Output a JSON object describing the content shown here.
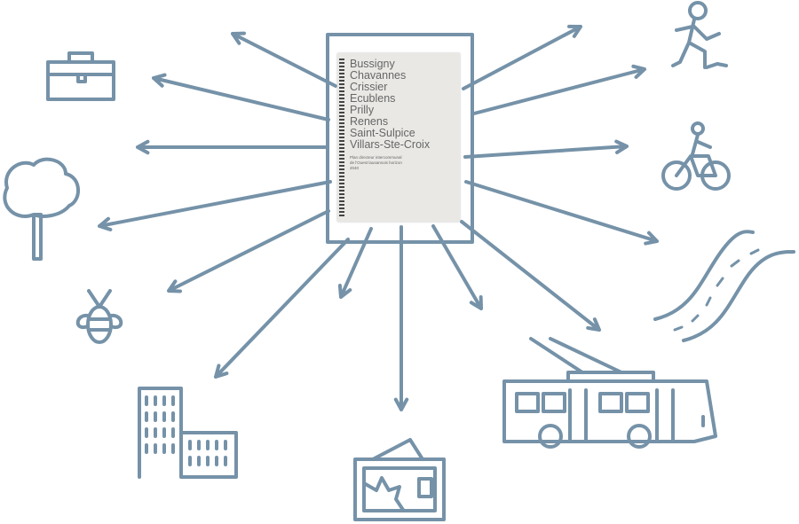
{
  "document": {
    "towns": [
      "Bussigny",
      "Chavannes",
      "Crissier",
      "Ecublens",
      "Prilly",
      "Renens",
      "Saint-Sulpice",
      "Villars-Ste-Croix"
    ],
    "subtitle": "Plan directeur intercommunal de l'Ouest lausannois horizon 2040"
  },
  "icons": [
    "briefcase-icon",
    "tree-icon",
    "bee-icon",
    "building-icon",
    "painting-icon",
    "trolleybus-icon",
    "road-icon",
    "bicycle-icon",
    "runner-icon"
  ],
  "colors": {
    "stroke": "#7592a8"
  }
}
